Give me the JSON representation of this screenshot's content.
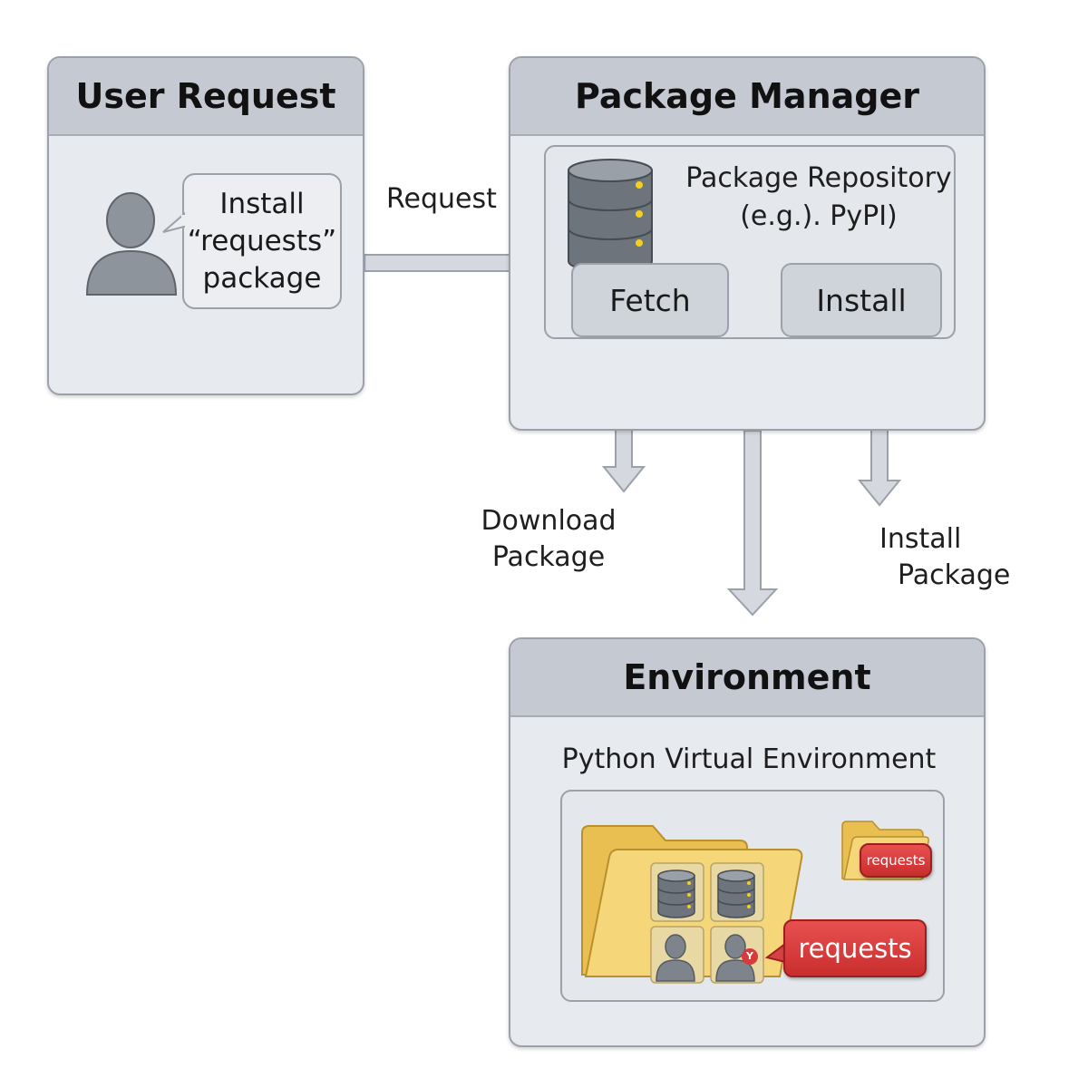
{
  "user_request": {
    "title": "User Request",
    "bubble_line1": "Install",
    "bubble_line2": "“requests”",
    "bubble_line3": "package",
    "icon": "user-icon"
  },
  "request_arrow_label": "Request",
  "package_manager": {
    "title": "Package Manager",
    "repository_line1": "Package Repository",
    "repository_line2": "(e.g.). PyPI)",
    "repository_icon": "database-icon",
    "fetch_label": "Fetch",
    "install_label": "Install"
  },
  "download_label_line1": "Download",
  "download_label_line2": "Package",
  "install_package_line1": "Install",
  "install_package_line2": "Package",
  "environment": {
    "title": "Environment",
    "subtitle": "Python Virtual Environment",
    "small_folder_tag": "requests",
    "large_tag": "requests",
    "badge": "Y",
    "folder_icon": "folder-icon"
  },
  "colors": {
    "panel_bg": "#e7eaef",
    "header_bg": "#c5cad2",
    "border": "#9ba1aa",
    "arrow_fill": "#d5d9df",
    "tag_red": "#d63b3b",
    "folder_yellow": "#f2cf6b",
    "led_yellow": "#f3d020"
  }
}
